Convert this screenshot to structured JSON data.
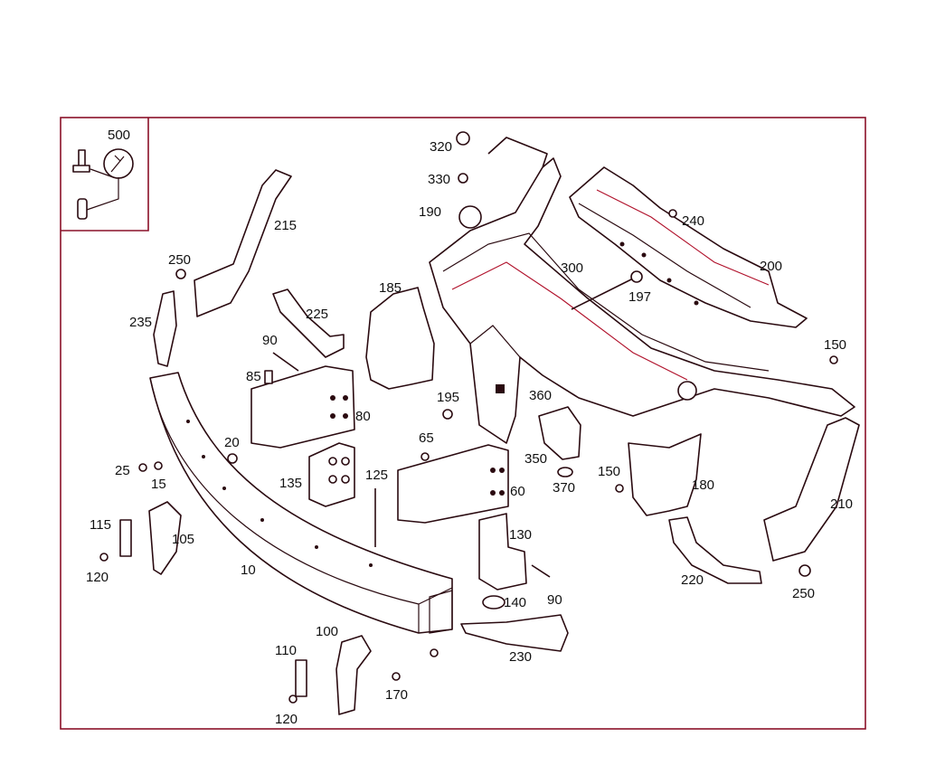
{
  "colors": {
    "outline": "#2a0a10",
    "accent": "#b0102a",
    "frame": "#8a1028",
    "text": "#111111"
  },
  "labels": {
    "p500": "500",
    "p320": "320",
    "p330": "330",
    "p190": "190",
    "p240": "240",
    "p215": "215",
    "p250a": "250",
    "p300": "300",
    "p200": "200",
    "p197": "197",
    "p235": "235",
    "p225": "225",
    "p185": "185",
    "p150a": "150",
    "p90a": "90",
    "p85": "85",
    "p80": "80",
    "p195": "195",
    "p360": "360",
    "p20": "20",
    "p65": "65",
    "p25": "25",
    "p15": "15",
    "p135": "135",
    "p125": "125",
    "p350": "350",
    "p370": "370",
    "p150b": "150",
    "p180": "180",
    "p60": "60",
    "p210": "210",
    "p115": "115",
    "p105": "105",
    "p130": "130",
    "p120a": "120",
    "p10": "10",
    "p220": "220",
    "p90b": "90",
    "p140": "140",
    "p250b": "250",
    "p100": "100",
    "p230": "230",
    "p110": "110",
    "p170": "170",
    "p120b": "120"
  }
}
